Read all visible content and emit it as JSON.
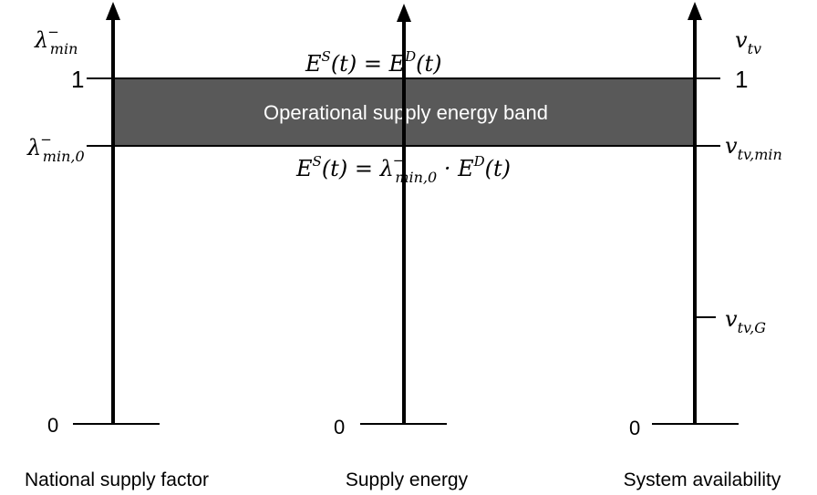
{
  "colors": {
    "band": "#595959",
    "band_text": "#ffffff",
    "line": "#000000"
  },
  "band": {
    "label": "Operational supply energy band"
  },
  "equations": {
    "top": {
      "lhs_base": "E",
      "lhs_sup": "S",
      "lhs_arg": "(t) = ",
      "rhs_base": "E",
      "rhs_sup": "D",
      "rhs_arg": "(t)"
    },
    "bottom": {
      "lhs_base": "E",
      "lhs_sup": "S",
      "lhs_arg": "(t) = ",
      "mid_base": "λ",
      "mid_sub": "min,0",
      "mid_sup": "−",
      "dot": " · ",
      "rhs_base": "E",
      "rhs_sup": "D",
      "rhs_arg": "(t)"
    }
  },
  "left_axis": {
    "caption": "National supply factor",
    "symbol_base": "λ",
    "symbol_sub": "min",
    "symbol_sup": "−",
    "tick_top": "1",
    "tick_mid_base": "λ",
    "tick_mid_sub": "min,0",
    "tick_mid_sup": "−",
    "tick_zero": "0"
  },
  "center_axis": {
    "caption": "Supply energy",
    "tick_zero": "0"
  },
  "right_axis": {
    "caption": "System availability",
    "symbol_base": "v",
    "symbol_sub": "tv",
    "tick_top": "1",
    "tick_mid_base": "v",
    "tick_mid_sub": "tv,min",
    "tick_low_base": "v",
    "tick_low_sub": "tv,G",
    "tick_zero": "0"
  }
}
